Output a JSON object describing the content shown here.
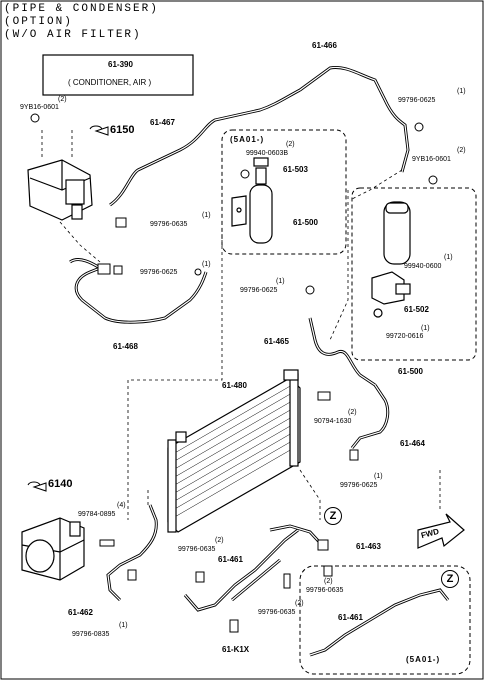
{
  "header": {
    "line1": "(PIPE & CONDENSER)",
    "line2": "(OPTION)",
    "line3": "(W/O AIR FILTER)"
  },
  "part_box": {
    "number": "61-390",
    "name": "( CONDITIONER, AIR )"
  },
  "refs": {
    "r6150": "6150",
    "r6140": "6140"
  },
  "parts": {
    "p61_466": "61-466",
    "p61_467": "61-467",
    "p61_468": "61-468",
    "p61_465": "61-465",
    "p61_464": "61-464",
    "p61_480": "61-480",
    "p61_500a": "61-500",
    "p61_503": "61-503",
    "p61_502": "61-502",
    "p61_500b": "61-500",
    "p61_463": "61-463",
    "p61_462": "61-462",
    "p61_461a": "61-461",
    "p61_461b": "61-461",
    "p61_k1x": "61-K1X"
  },
  "fasteners": [
    {
      "qty": "(2)",
      "num": "9YB16-0601"
    },
    {
      "qty": "(1)",
      "num": "99796-0625"
    },
    {
      "qty": "(2)",
      "num": "9YB16-0601"
    },
    {
      "qty": "(2)",
      "num": "99940-0603B"
    },
    {
      "qty": "(1)",
      "num": "99796-0635"
    },
    {
      "qty": "(1)",
      "num": "99796-0625"
    },
    {
      "qty": "(1)",
      "num": "99940-0600"
    },
    {
      "qty": "(1)",
      "num": "99796-0625"
    },
    {
      "qty": "(1)",
      "num": "99720-0616"
    },
    {
      "qty": "(2)",
      "num": "90794-1630"
    },
    {
      "qty": "(1)",
      "num": "99796-0625"
    },
    {
      "qty": "(4)",
      "num": "99784-0895"
    },
    {
      "qty": "(2)",
      "num": "99796-0635"
    },
    {
      "qty": "(1)",
      "num": "99796-0835"
    },
    {
      "qty": "(2)",
      "num": "99796-0635"
    },
    {
      "qty": "(2)",
      "num": "99796-0635"
    }
  ],
  "variants": {
    "v1": "(5A01-)",
    "v2": "(5A01-)"
  },
  "markers": {
    "z1": "Z",
    "z2": "Z",
    "fwd": "FWD"
  }
}
